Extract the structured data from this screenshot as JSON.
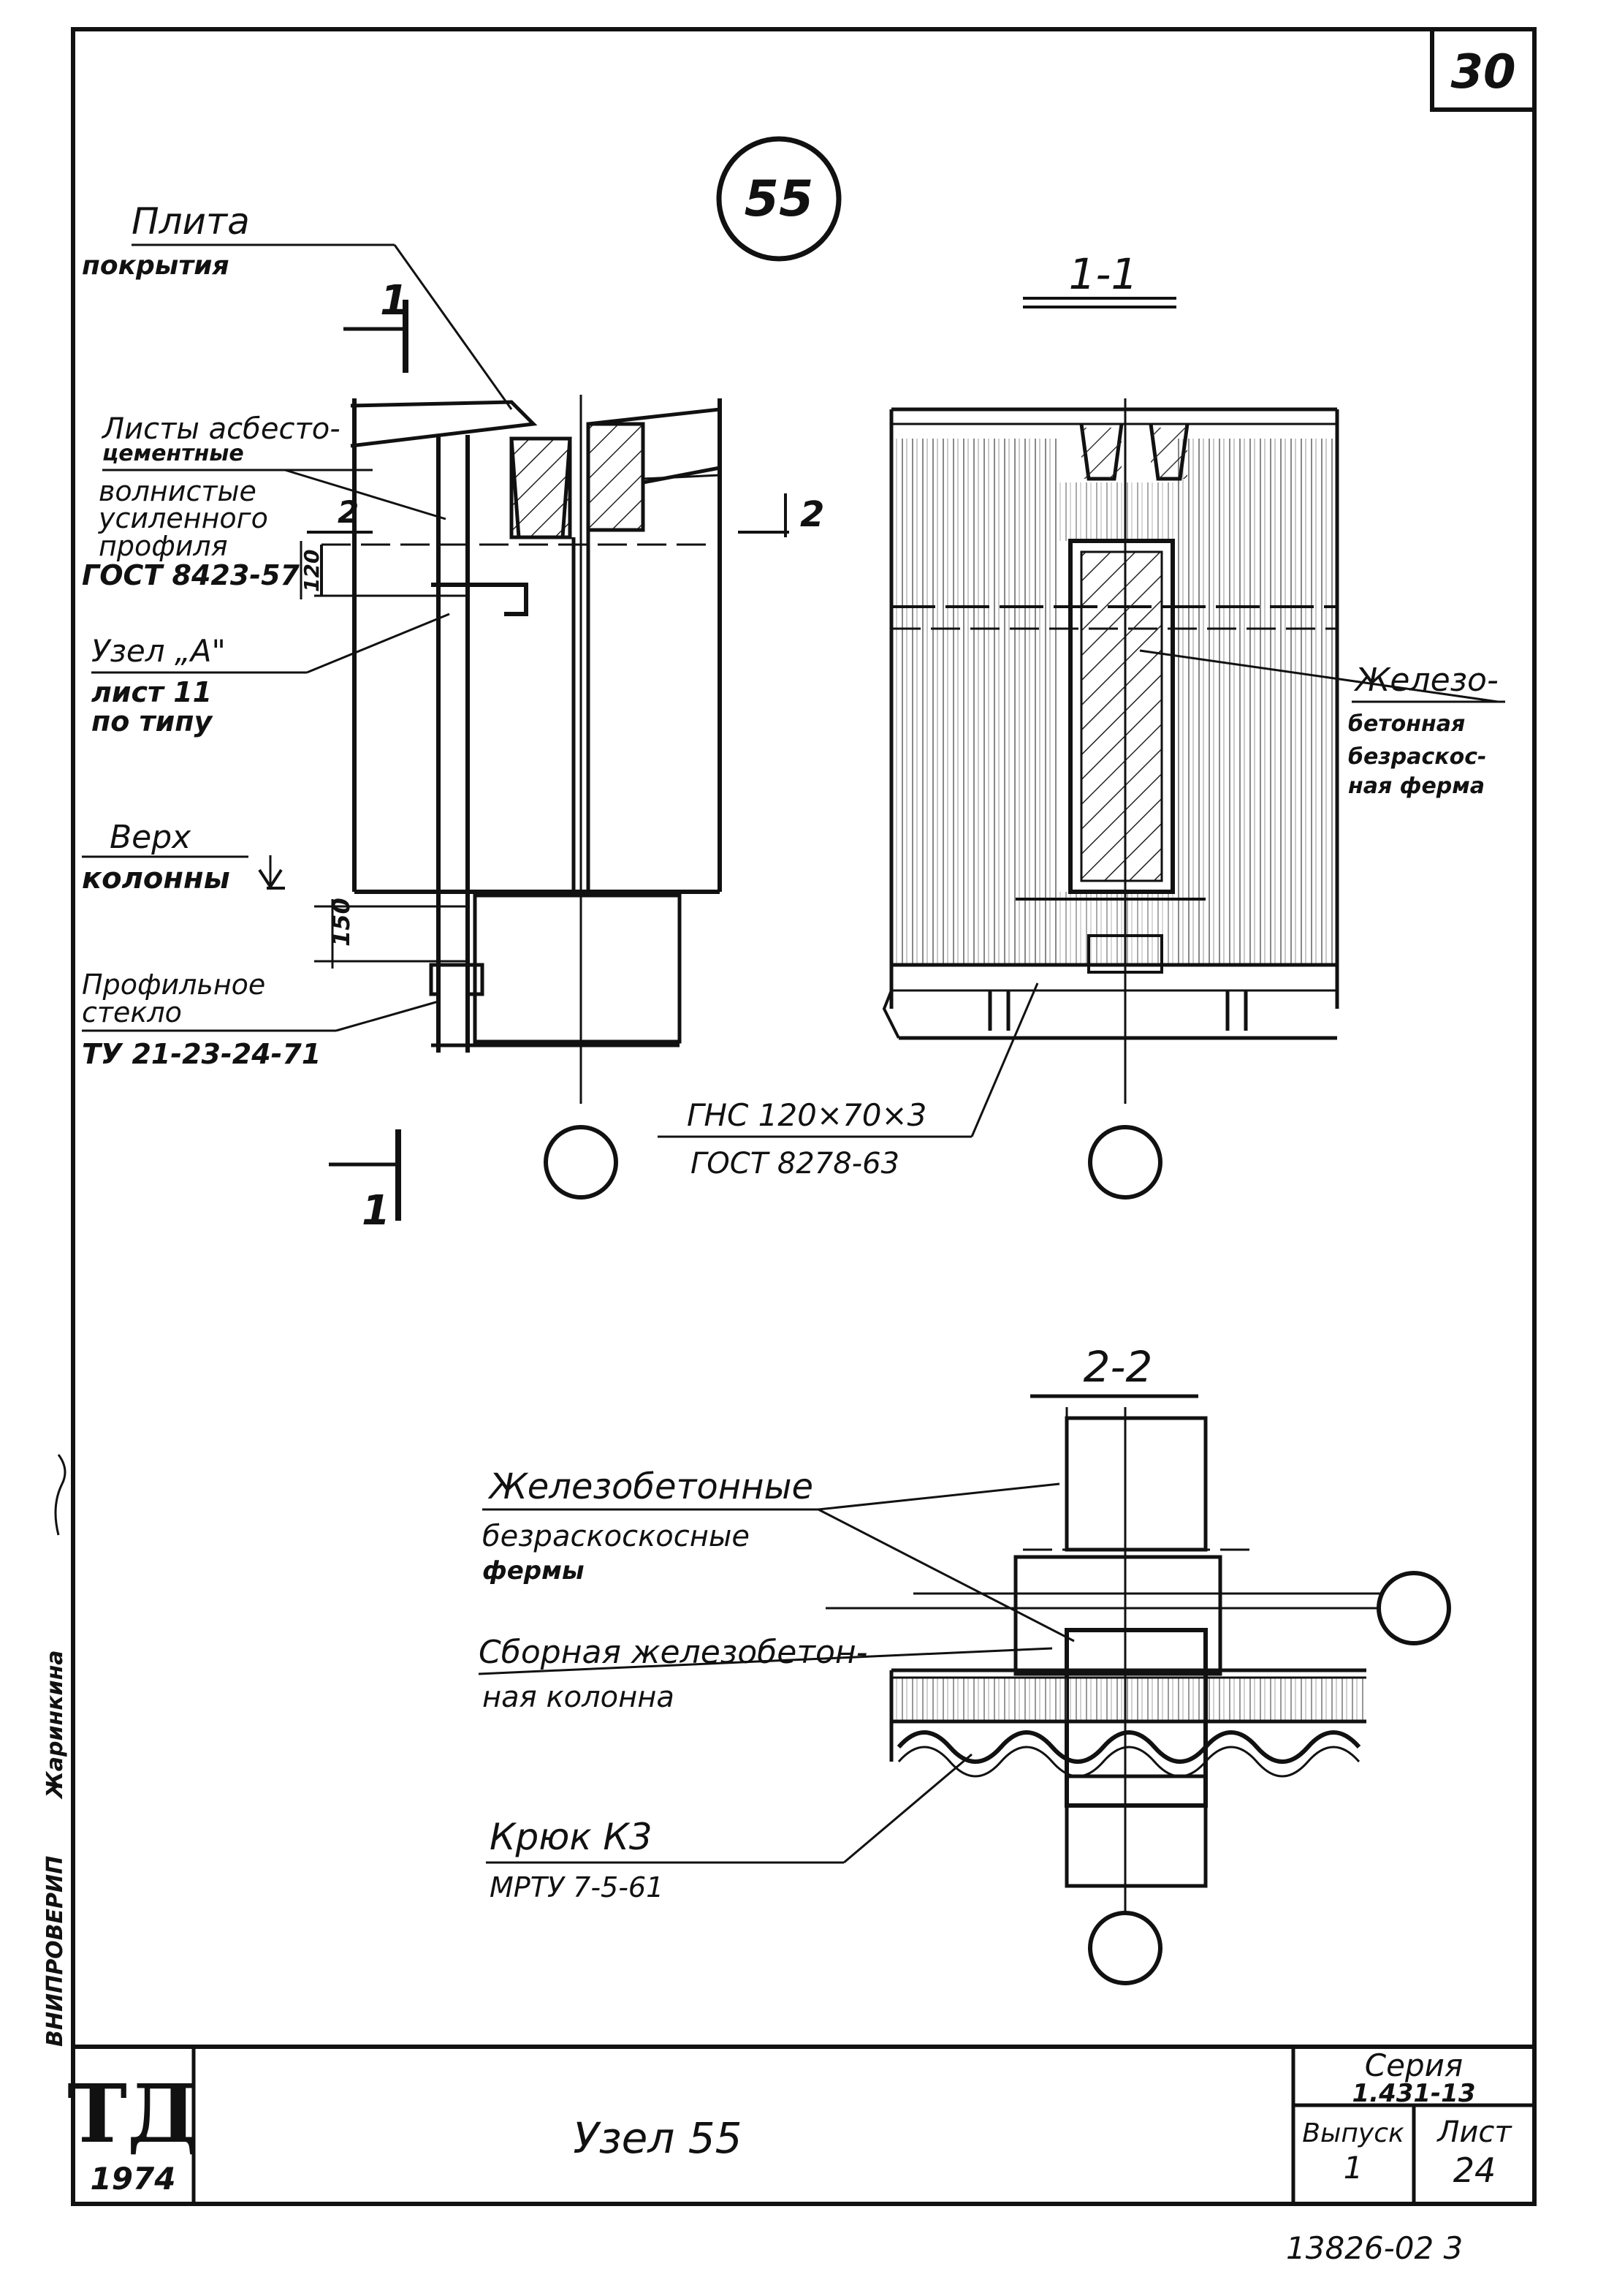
{
  "sheet_number_top": "30",
  "node_circle_label": "55",
  "sections": {
    "s11_title": "1-1",
    "s22_title": "2-2",
    "mark_1": "1",
    "mark_2": "2"
  },
  "dimensions": {
    "d120": "120",
    "d150": "150"
  },
  "labels": {
    "plita_1": "Плита",
    "plita_2": "покрытия",
    "listy_1": "Листы асбесто-",
    "listy_2": "цементные",
    "listy_3": "волнистые",
    "listy_4": "усиленного",
    "listy_5": "профиля",
    "listy_6": "ГОСТ 8423-57",
    "uzel_1": "Узел „А\"",
    "uzel_2": "лист 11",
    "uzel_3": "по типу",
    "verh_1": "Верх",
    "verh_2": "колонны",
    "prof_1": "Профильное",
    "prof_2": "стекло",
    "prof_3": "ТУ 21-23-24-71",
    "gns_1": "ГНС 120×70×3",
    "gns_2": "ГОСТ 8278-63",
    "zhb_1": "Железо-",
    "zhb_2": "бетонная",
    "zhb_3": "безраскос-",
    "zhb_4": "ная ферма",
    "fermy_1": "Железобетонные",
    "fermy_2": "безраскоскосные",
    "fermy_3": "фермы",
    "kolonna_1": "Сборная железобетон-",
    "kolonna_2": "ная колонна",
    "kryuk_1": "Крюк К3",
    "kryuk_2": "МРТУ 7-5-61"
  },
  "title_block": {
    "logo": "ТД",
    "year": "1974",
    "title": "Узел 55",
    "seria_label": "Серия",
    "seria_value": "1.431-13",
    "vypusk_label": "Выпуск",
    "vypusk_value": "1",
    "list_label": "Лист",
    "list_value": "24"
  },
  "side_stamp": {
    "org": "ВНИПРОВЕРИП",
    "name": "Жаринкина"
  },
  "footer_code": "13826-02 3"
}
